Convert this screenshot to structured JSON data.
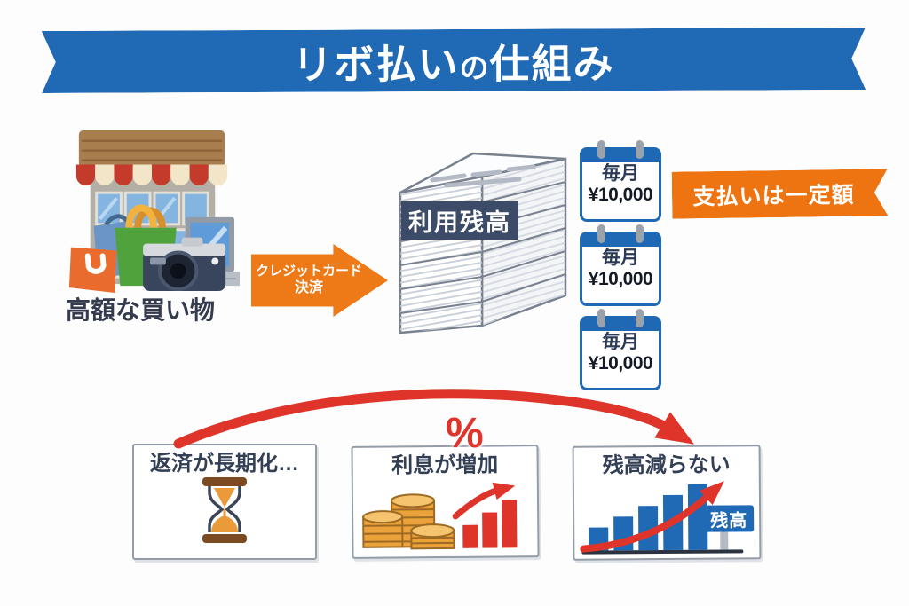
{
  "title": {
    "main": "リボ払い",
    "particle": "の",
    "rest": "仕組み"
  },
  "flow": {
    "purchase": {
      "label": "高額な買い物"
    },
    "payment_arrow": {
      "line1": "クレジットカード",
      "line2": "決済"
    },
    "balance_stack": {
      "label": "利用残高"
    },
    "monthly_payments": [
      {
        "period": "毎月",
        "amount": "¥10,000"
      },
      {
        "period": "毎月",
        "amount": "¥10,000"
      },
      {
        "period": "毎月",
        "amount": "¥10,000"
      }
    ],
    "fixed_payment_note": {
      "label": "支払いは一定額"
    }
  },
  "consequences": {
    "long_term": {
      "title": "返済が長期化…"
    },
    "interest": {
      "title": "利息が増加",
      "badge": "%"
    },
    "balance": {
      "title": "残高減らない",
      "chart_label": "残高"
    }
  },
  "icons": {
    "storefront-icon": "shop with awning, bags, camera, laptop",
    "paper-stack-icon": "tall stack of statements",
    "calendar-icon": "monthly calendar sheet",
    "hourglass-icon": "hourglass with sand",
    "coins-growth-icon": "coin stacks with rising red bars and arrow",
    "rising-balance-chart-icon": "ascending blue bars with red curve arrow and sign",
    "percent-icon": "red percent sign",
    "curved-arrow-icon": "long red arc arrow"
  },
  "colors": {
    "brand_blue": "#2069b5",
    "accent_orange": "#ed7a17",
    "alert_red": "#df342a",
    "text_navy": "#333f55",
    "label_navy": "#3c4b68"
  }
}
